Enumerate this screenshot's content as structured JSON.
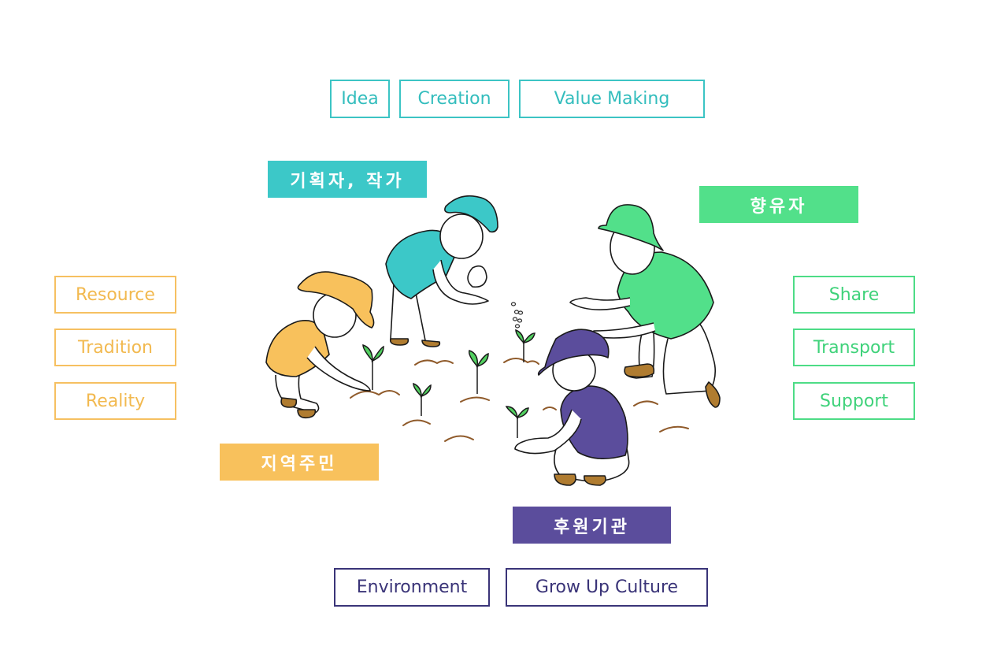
{
  "colors": {
    "teal": "#3cc8c8",
    "orange": "#f8c15c",
    "green": "#52e08a",
    "purple": "#5b4d9c",
    "navy": "#3a3478",
    "soil": "#8f5a2a",
    "shoe": "#b07c30"
  },
  "top_keywords": [
    "Idea",
    "Creation",
    "Value Making"
  ],
  "left_keywords": [
    "Resource",
    "Tradition",
    "Reality"
  ],
  "right_keywords": [
    "Share",
    "Transport",
    "Support"
  ],
  "bottom_keywords": [
    "Environment",
    "Grow Up Culture"
  ],
  "roles": {
    "planner": "기획자, 작가",
    "enjoyer": "향유자",
    "residents": "지역주민",
    "sponsor": "후원기관"
  }
}
